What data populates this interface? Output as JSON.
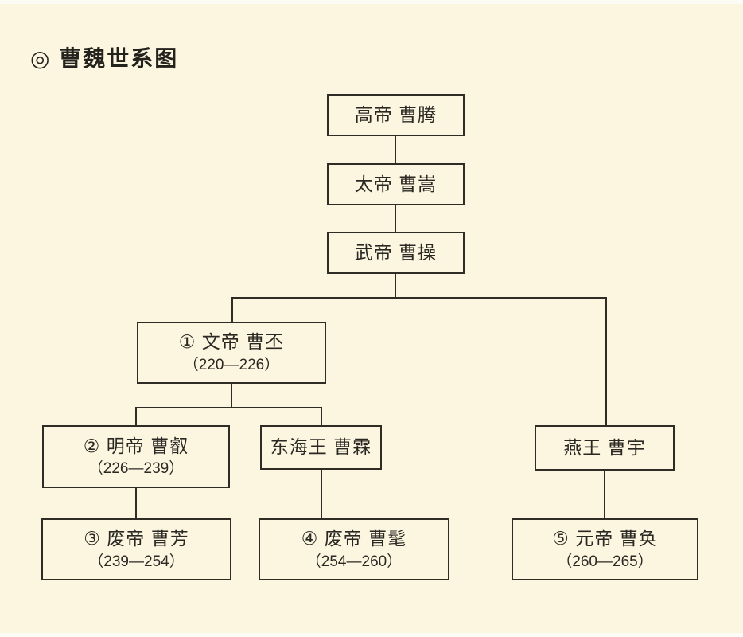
{
  "page": {
    "title": "◎ 曹魏世系图",
    "background_color": "#fcf5e0",
    "line_color": "#2e2c25",
    "text_color": "#2a2822"
  },
  "tree": {
    "nodes": [
      {
        "id": "gaodi-caoteng",
        "title": "高帝 曹腾",
        "years": ""
      },
      {
        "id": "taidi-caosong",
        "title": "太帝 曹嵩",
        "years": ""
      },
      {
        "id": "wudi-caocao",
        "title": "武帝 曹操",
        "years": ""
      },
      {
        "id": "wendi-caopi",
        "title": "① 文帝 曹丕",
        "years": "（220—226）"
      },
      {
        "id": "mingdi-caorui",
        "title": "② 明帝 曹叡",
        "years": "（226—239）"
      },
      {
        "id": "donghaiwang-caolin",
        "title": "东海王 曹霖",
        "years": ""
      },
      {
        "id": "yanwang-caoyu",
        "title": "燕王 曹宇",
        "years": ""
      },
      {
        "id": "feidi-caofang",
        "title": "③ 废帝 曹芳",
        "years": "（239—254）"
      },
      {
        "id": "feidi-caomao",
        "title": "④ 废帝 曹髦",
        "years": "（254—260）"
      },
      {
        "id": "yuandi-caohuan",
        "title": "⑤ 元帝 曹奂",
        "years": "（260—265）"
      }
    ],
    "edges": [
      {
        "from": "高帝 曹腾",
        "to": "太帝 曹嵩"
      },
      {
        "from": "太帝 曹嵩",
        "to": "武帝 曹操"
      },
      {
        "from": "武帝 曹操",
        "to": "① 文帝 曹丕"
      },
      {
        "from": "武帝 曹操",
        "to": "燕王 曹宇"
      },
      {
        "from": "① 文帝 曹丕",
        "to": "② 明帝 曹叡"
      },
      {
        "from": "① 文帝 曹丕",
        "to": "东海王 曹霖"
      },
      {
        "from": "② 明帝 曹叡",
        "to": "③ 废帝 曹芳"
      },
      {
        "from": "东海王 曹霖",
        "to": "④ 废帝 曹髦"
      },
      {
        "from": "燕王 曹宇",
        "to": "⑤ 元帝 曹奂"
      }
    ]
  }
}
